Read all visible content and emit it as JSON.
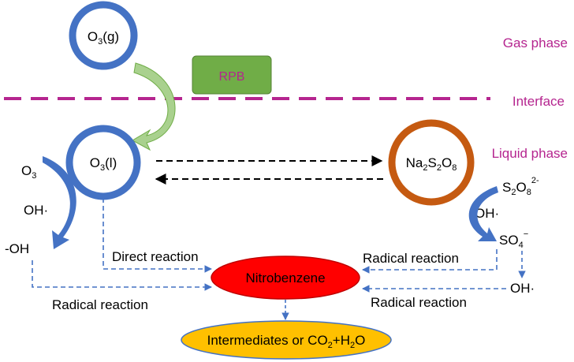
{
  "phases": {
    "gas": "Gas phase",
    "interface": "Interface",
    "liquid": "Liquid phase"
  },
  "rpb": "RPB",
  "nodes": {
    "o3_gas": {
      "base": "O",
      "sub": "3",
      "tail": "(g)"
    },
    "o3_liquid": {
      "base": "O",
      "sub": "3",
      "tail": "(l)"
    },
    "persulfate": {
      "p1": "Na",
      "s1": "2",
      "p2": "S",
      "s2": "2",
      "p3": "O",
      "s3": "8"
    },
    "nitrobenzene": "Nitrobenzene",
    "intermediates": {
      "pre": "Intermediates or CO",
      "s1": "2",
      "mid": "+H",
      "s2": "2",
      "post": "O"
    }
  },
  "left_species": {
    "o3": {
      "base": "O",
      "sub": "3"
    },
    "oh_radical": "OH·",
    "oh_bound": "-OH"
  },
  "right_species": {
    "s2o8": {
      "p1": "S",
      "s1": "2",
      "p2": "O",
      "s2": "8",
      "sup": "2-"
    },
    "oh_radical": "OH·",
    "so4": {
      "base": "SO",
      "sub": "4",
      "sup": "−"
    },
    "oh_radical_2": "OH·"
  },
  "reactions": {
    "direct": "Direct reaction",
    "radical_left": "Radical reaction",
    "radical_right_top": "Radical reaction",
    "radical_right_bottom": "Radical reaction"
  },
  "colors": {
    "phase_label": "#b5258f",
    "dashed_interface": "#b5258f",
    "ring_blue": "#4472c4",
    "ring_orange": "#c55a11",
    "rpb_fill": "#70ad47",
    "nitrobenzene_fill": "#ff0000",
    "intermediates_fill": "#ffc000",
    "arrow_dash_blue": "#4472c4",
    "arrow_green": "#a9d18e"
  }
}
